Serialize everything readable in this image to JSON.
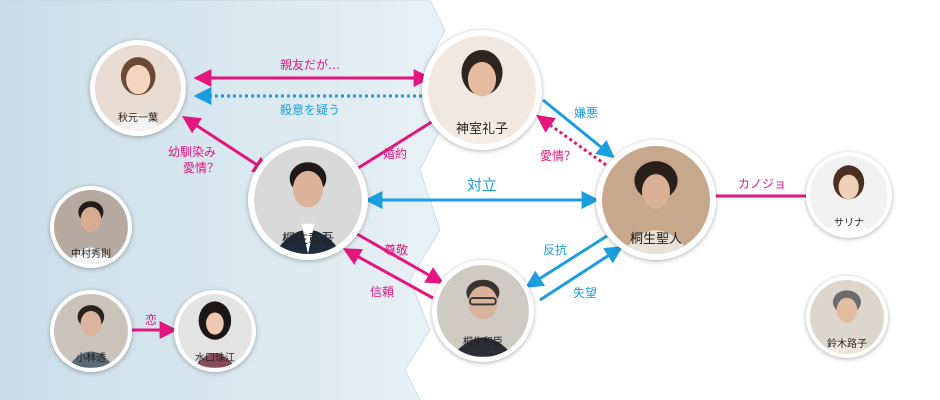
{
  "colors": {
    "pink": "#e3167f",
    "blue": "#1a9ee0",
    "ice": "#cfe0ea"
  },
  "characters": {
    "akimoto": "秋元一葉",
    "kamuro": "神室礼子",
    "shogo": "桐生章吾",
    "seito": "桐生聖人",
    "sarina": "サリナ",
    "nakamura": "中村秀則",
    "kobayashi": "小林透",
    "mizuguchi": "水口珠江",
    "kazuomi": "桐生和臣",
    "suzuki": "鈴木路子"
  },
  "relations": {
    "shinyu": "親友だが…",
    "satsui": "殺意を疑う",
    "osananajimi_1": "幼馴染み",
    "osananajimi_2": "愛情？",
    "konyaku": "婚約",
    "keno": "嫌悪",
    "aijo": "愛情？",
    "tairitsu": "対立",
    "kanojo": "カノジョ",
    "sonkei": "尊敬",
    "shinrai": "信頼",
    "hanko": "反抗",
    "shitsubo": "失望",
    "koi": "恋"
  }
}
